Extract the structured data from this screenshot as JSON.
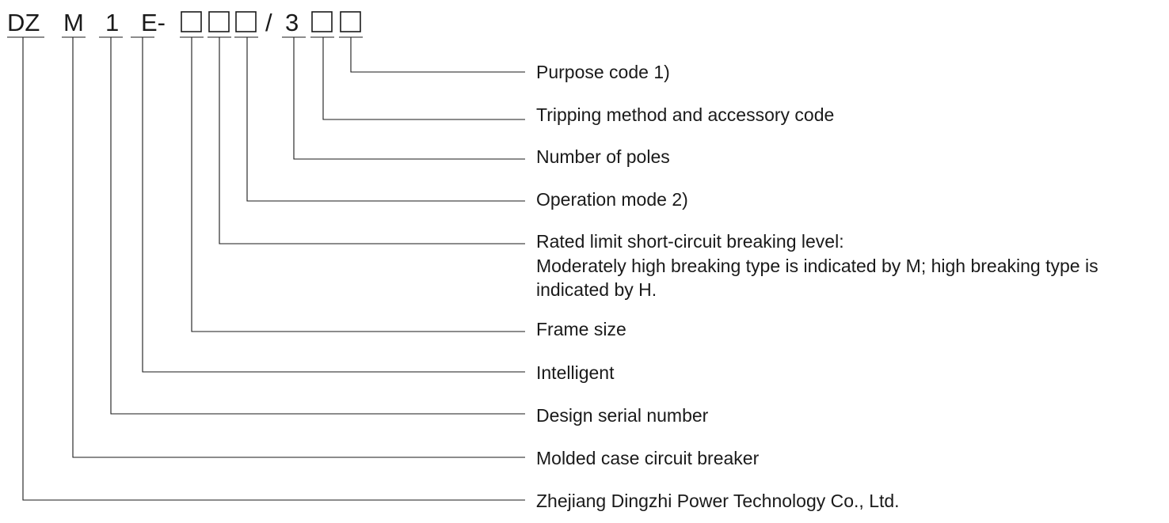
{
  "code": {
    "dz": "DZ",
    "m": "M",
    "one": "1",
    "e": "E-",
    "slash": "/",
    "three": "3"
  },
  "descriptions": [
    {
      "name": "desc-purpose-code",
      "lines": [
        "Purpose code 1)"
      ]
    },
    {
      "name": "desc-tripping-method",
      "lines": [
        "Tripping method and accessory code"
      ]
    },
    {
      "name": "desc-number-of-poles",
      "lines": [
        "Number of poles"
      ]
    },
    {
      "name": "desc-operation-mode",
      "lines": [
        "Operation mode 2)"
      ]
    },
    {
      "name": "desc-breaking-level",
      "lines": [
        "Rated limit short-circuit breaking level:",
        "Moderately high breaking type is indicated by M; high breaking type is",
        "indicated by H."
      ]
    },
    {
      "name": "desc-frame-size",
      "lines": [
        "Frame size"
      ]
    },
    {
      "name": "desc-intelligent",
      "lines": [
        "Intelligent"
      ]
    },
    {
      "name": "desc-design-serial",
      "lines": [
        "Design serial number"
      ]
    },
    {
      "name": "desc-molded-case",
      "lines": [
        "Molded case circuit breaker"
      ]
    },
    {
      "name": "desc-manufacturer",
      "lines": [
        "Zhejiang Dingzhi Power Technology Co., Ltd."
      ]
    }
  ]
}
